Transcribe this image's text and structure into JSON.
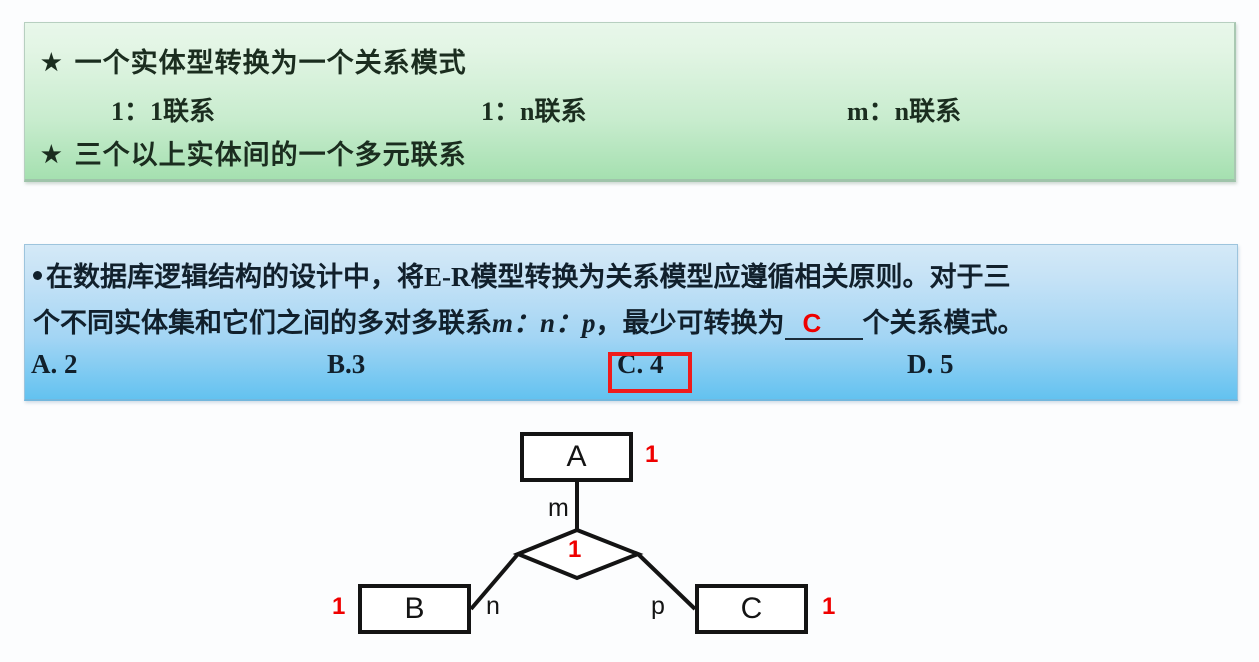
{
  "green_panel": {
    "bullet_glyph": "★",
    "line1": "一个实体型转换为一个关系模式",
    "line3": "三个以上实体间的一个多元联系",
    "relationships": [
      {
        "label": "1：1联系"
      },
      {
        "label": "1：n联系"
      },
      {
        "label": "m：n联系"
      }
    ]
  },
  "blue_panel": {
    "question_line1": "在数据库逻辑结构的设计中，将E-R模型转换为关系模型应遵循相关原则。对于三",
    "question_line2_part1": "个不同实体集和它们之间的多对多联系",
    "question_line2_italic": "m：n：p",
    "question_line2_part2": "，最少可转换为",
    "question_line2_part3": "个关系模式。",
    "handwritten_answer": "C",
    "options": [
      {
        "id": "A",
        "label": "A. 2",
        "selected": false
      },
      {
        "id": "B",
        "label": "B.3",
        "selected": false
      },
      {
        "id": "C",
        "label": "C. 4",
        "selected": true
      },
      {
        "id": "D",
        "label": "D. 5",
        "selected": false
      }
    ],
    "highlight_color": "#ef1b1b",
    "answer_color": "#ee0000"
  },
  "er_diagram": {
    "entities": [
      {
        "id": "A",
        "label": "A",
        "cardinality": "1"
      },
      {
        "id": "B",
        "label": "B",
        "cardinality": "1"
      },
      {
        "id": "C",
        "label": "C",
        "cardinality": "1"
      }
    ],
    "relationship": {
      "label": "",
      "cardinality": "1"
    },
    "edge_labels": {
      "a": "m",
      "b": "n",
      "c": "p"
    },
    "annotation_color": "#ef0000"
  }
}
